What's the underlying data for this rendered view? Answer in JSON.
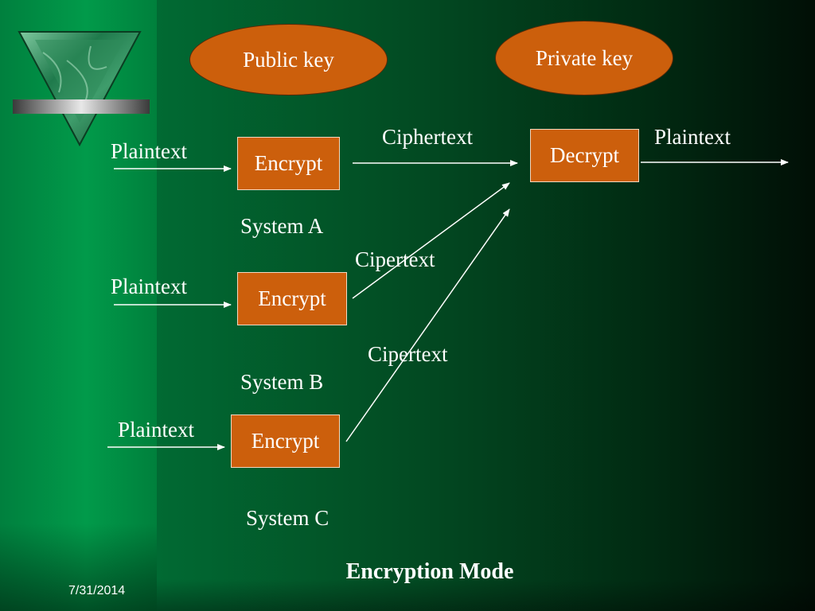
{
  "slide": {
    "title": "Encryption Mode",
    "date": "7/31/2014"
  },
  "keys": {
    "public_key": "Public key",
    "private_key": "Private key"
  },
  "systems": [
    {
      "label": "System A",
      "input": "Plaintext",
      "process": "Encrypt",
      "output": "Ciphertext"
    },
    {
      "label": "System B",
      "input": "Plaintext",
      "process": "Encrypt",
      "output": "Cipertext"
    },
    {
      "label": "System C",
      "input": "Plaintext",
      "process": "Encrypt",
      "output": "Cipertext"
    }
  ],
  "receiver": {
    "process": "Decrypt",
    "output": "Plaintext"
  },
  "colors": {
    "node_fill": "#cc5f0c",
    "text": "#ffffff",
    "arrow": "#ffffff",
    "left_band": "#019a4a",
    "background_dark": "#010f06"
  },
  "icons": {
    "logo": "green-marble-triangle-emblem",
    "arrow": "arrow-right"
  }
}
